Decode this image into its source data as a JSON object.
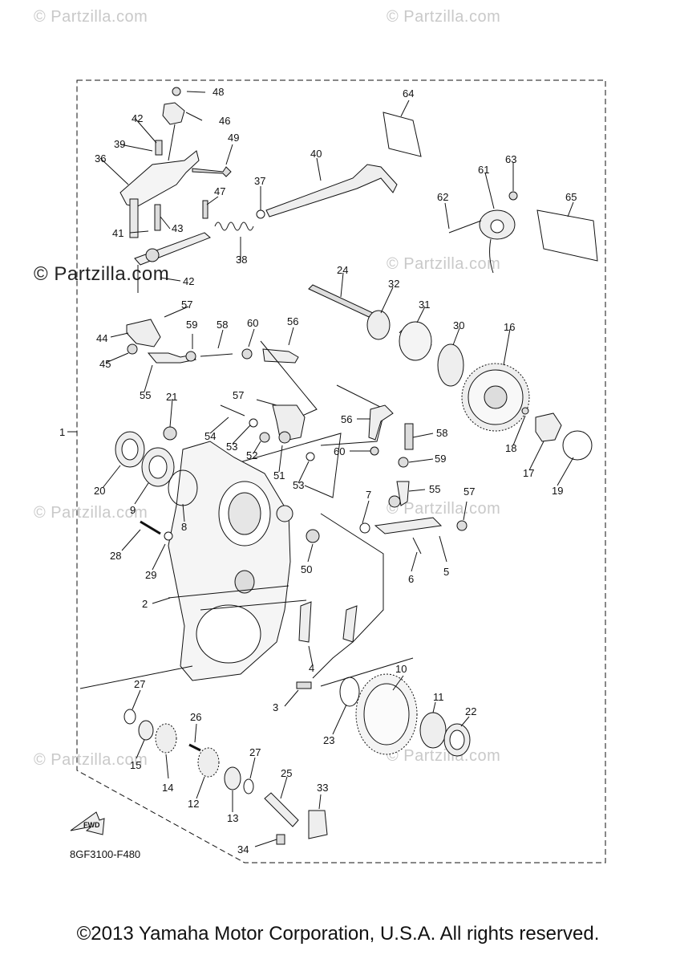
{
  "watermark": "© Partzilla.com",
  "figure_code": "8GF3100-F480",
  "copyright": "©2013 Yamaha Motor Corporation, U.S.A. All rights reserved.",
  "fwd_badge": "FWD",
  "callouts": [
    "1",
    "2",
    "3",
    "4",
    "5",
    "6",
    "7",
    "8",
    "9",
    "10",
    "11",
    "12",
    "13",
    "14",
    "15",
    "16",
    "17",
    "18",
    "19",
    "20",
    "21",
    "22",
    "23",
    "24",
    "25",
    "26",
    "27",
    "27",
    "28",
    "29",
    "30",
    "31",
    "32",
    "33",
    "34",
    "36",
    "37",
    "38",
    "39",
    "40",
    "41",
    "42",
    "42",
    "43",
    "44",
    "45",
    "46",
    "47",
    "48",
    "49",
    "50",
    "51",
    "52",
    "53",
    "53",
    "54",
    "55",
    "55",
    "56",
    "56",
    "57",
    "57",
    "57",
    "58",
    "58",
    "59",
    "59",
    "60",
    "60",
    "61",
    "62",
    "63",
    "64",
    "65"
  ]
}
